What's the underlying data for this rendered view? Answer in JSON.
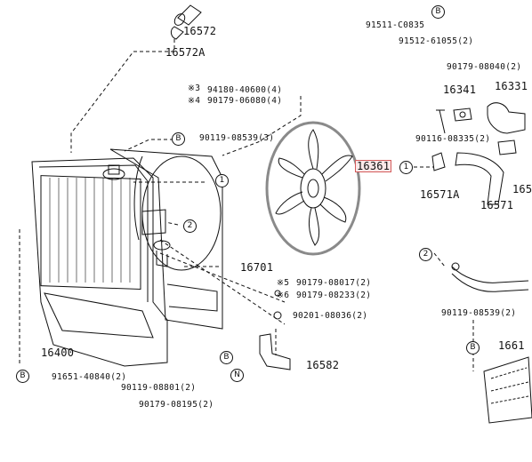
{
  "colors": {
    "ink": "#111111",
    "highlight_ring": "#8a8a8a",
    "part_highlight": "#d35b5b"
  },
  "parts": {
    "p16572": "16572",
    "p16572A": "16572A",
    "p16361": "16361",
    "p16701": "16701",
    "p16400": "16400",
    "p16582": "16582",
    "p16341": "16341",
    "p16331": "16331",
    "p16571A": "16571A",
    "p16571": "16571",
    "p1657_partial": "165",
    "p1661_partial": "1661"
  },
  "bolts": {
    "b91511": "91511-C0835",
    "b91512": "91512-61055(2)",
    "b90179_08040": "90179-08040(2)",
    "b94180": "94180-40600(4)",
    "b90179_06080": "90179-06080(4)",
    "b90119_08539_3": "90119-08539(3)",
    "b90116": "90116-08335(2)",
    "b90179_08017": "90179-08017(2)",
    "b90179_08233": "90179-08233(2)",
    "b90201": "90201-08036(2)",
    "b90119_08539_2": "90119-08539(2)",
    "b91651": "91651-40840(2)",
    "b90119_08801": "90119-08801(2)",
    "b90179_08195": "90179-08195(2)"
  },
  "marks": {
    "m3": "※3",
    "m4": "※4",
    "m5": "※5",
    "m6": "※6",
    "B": "B",
    "N": "N",
    "one": "1",
    "two": "2"
  }
}
